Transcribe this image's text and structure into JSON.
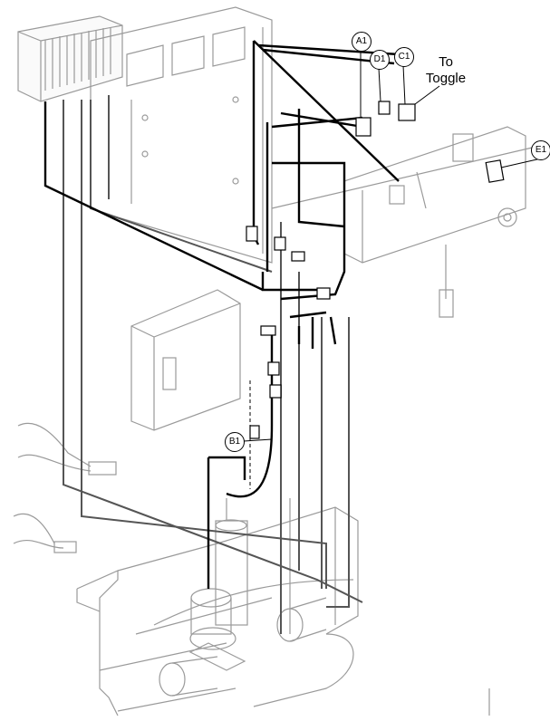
{
  "diagram": {
    "callouts": {
      "a1": "A1",
      "d1": "D1",
      "c1": "C1",
      "e1": "E1",
      "b1": "B1"
    },
    "note_line1": "To",
    "note_line2": "Toggle",
    "colors": {
      "wire": "#000000",
      "part_outline": "#9a9a9a",
      "harness": "#555555"
    }
  }
}
